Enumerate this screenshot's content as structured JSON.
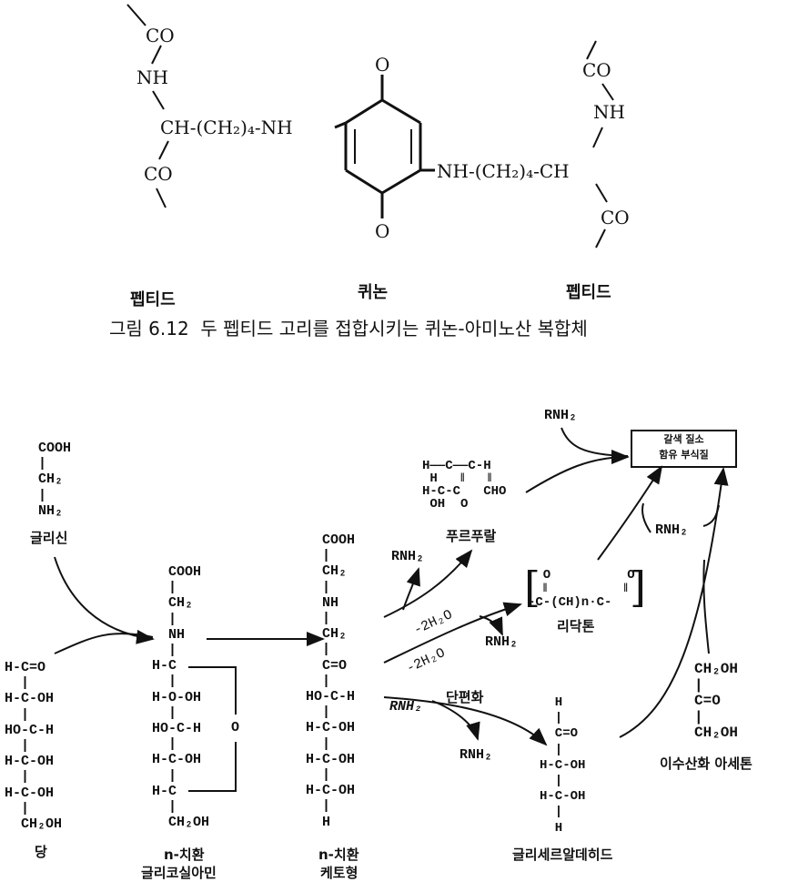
{
  "figure_top": {
    "left_peptide": {
      "co_top": "CO",
      "nh": "NH",
      "ch_chain": "CH-(CH₂)₄-NH",
      "co_bottom": "CO",
      "label": "펩티드"
    },
    "quinone": {
      "o_top": "O",
      "o_bottom": "O",
      "label": "퀴논"
    },
    "right_peptide": {
      "co_top": "CO",
      "nh": "NH",
      "chain": "NH-(CH₂)₄-CH",
      "co_bottom": "CO",
      "label": "펩티드"
    },
    "caption": "그림 6.12  두 펩티드 고리를 접합시키는 퀴논-아미노산 복합체"
  },
  "figure_bottom": {
    "glycine": {
      "structure": "COOH\n|\nCH₂\n|\nNH₂",
      "label": "글리신"
    },
    "sugar": {
      "structure": "H-C=O\n  |\nH-C-OH\n  |\nHO-C-H\n  |\nH-C-OH\n  |\nH-C-OH\n  |\n  CH₂OH",
      "label": "당"
    },
    "glycosylamine": {
      "structure": "  COOH\n  |\n  CH₂\n  |\n  NH\n  |\nH-C\n  |\nH-O-OH\n  |\nHO-C-H\n  |\nH-C-OH\n  |\nH-C\n  |\n  CH₂OH",
      "ring_o": "O",
      "label_1": "n-치환",
      "label_2": "글리코실아민"
    },
    "ketose": {
      "structure": "  COOH\n  |\n  CH₂\n  |\n  NH\n  |\n  CH₂\n  |\n  C=O\n  |\nHO-C-H\n  |\nH-C-OH\n  |\nH-C-OH\n  |\nH-C-OH\n  |\n  H",
      "label_1": "n-치환",
      "label_2": "케토형"
    },
    "furfural": {
      "structure": "H——C——C-H\n H   ‖   ‖\nH-C-C   CHO\n OH  O",
      "label": "푸르푸랄"
    },
    "reductone": {
      "structure": "  O          O\n  ‖          ‖\n-C-(CH)n·C-",
      "label": "리닥톤"
    },
    "glyceraldehyde": {
      "structure": "  H\n  |\n  C=O\n  |\nH-C-OH\n  |\nH-C-OH\n  |\n  H",
      "label": "글리세르알데히드"
    },
    "dihydroxyacetone": {
      "structure": "CH₂OH\n|\nC=O\n|\nCH₂OH",
      "label": "이수산화 아세톤"
    },
    "product_box": {
      "line1": "갈색 질소",
      "line2": "함유 부식질"
    },
    "reagents": {
      "rnh2_top": "RNH₂",
      "rnh2_right": "RNH₂",
      "rnh2_furfural": "RNH₂",
      "rnh2_reductone": "RNH₂",
      "rnh2_fission_in": "RNH₂",
      "rnh2_fission_out": "RNH₂",
      "minus_water_1": "-2H₂O",
      "minus_water_2": "-2H₂O",
      "fission": "단편화"
    }
  }
}
